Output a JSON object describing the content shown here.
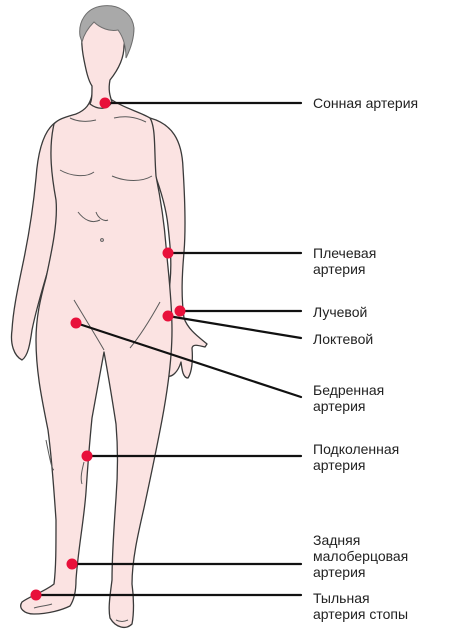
{
  "colors": {
    "skin": "#fbe3e2",
    "outline": "#3a3a3a",
    "hair": "#a9a9a9",
    "pulse_point": "#e8103a",
    "leader_line": "#111111"
  },
  "labels": {
    "carotid": "Сонная артерия",
    "brachial_1": "Плечевая",
    "brachial_2": "артерия",
    "radial": "Лучевой",
    "ulnar": "Локтевой",
    "femoral_1": "Бедренная",
    "femoral_2": "артерия",
    "popliteal_1": "Подколенная",
    "popliteal_2": "артерия",
    "posterior_tibial_1": "Задняя",
    "posterior_tibial_2": "малоберцовая",
    "posterior_tibial_3": "артерия",
    "dorsalis_pedis_1": "Тыльная",
    "dorsalis_pedis_2": "артерия стопы"
  }
}
